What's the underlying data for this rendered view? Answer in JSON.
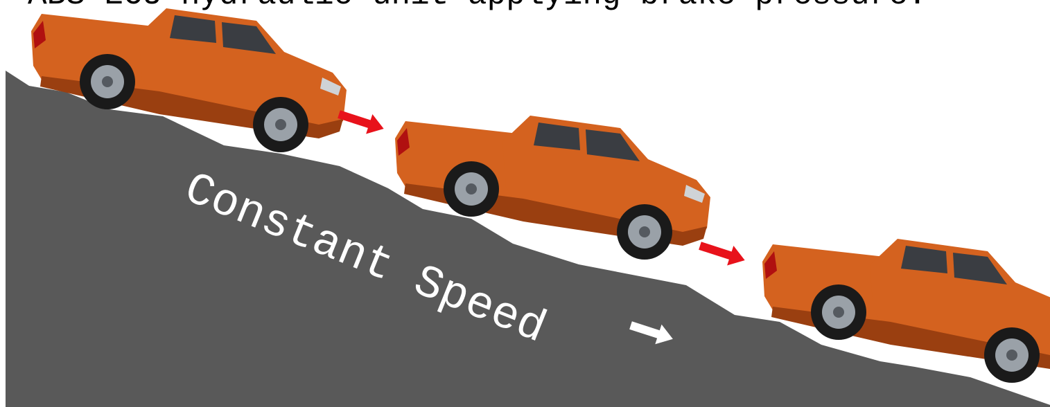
{
  "caption": "ABS ECU hydraulic unit applying brake pressure.",
  "speed_label": "Constant Speed",
  "colors": {
    "ground": "#595959",
    "arrow_red": "#e8121b",
    "arrow_white": "#ffffff",
    "truck_body": "#d4621f",
    "truck_shadow": "#9a3f10",
    "tire": "#1a1a1a",
    "rim": "#9aa1a8",
    "glass": "#3a3d42"
  },
  "trucks": [
    {
      "name": "truck-position-1"
    },
    {
      "name": "truck-position-2"
    },
    {
      "name": "truck-position-3"
    }
  ],
  "arrows": [
    {
      "name": "red-arrow-1",
      "color": "arrow_red"
    },
    {
      "name": "red-arrow-2",
      "color": "arrow_red"
    },
    {
      "name": "white-arrow",
      "color": "arrow_white"
    }
  ]
}
